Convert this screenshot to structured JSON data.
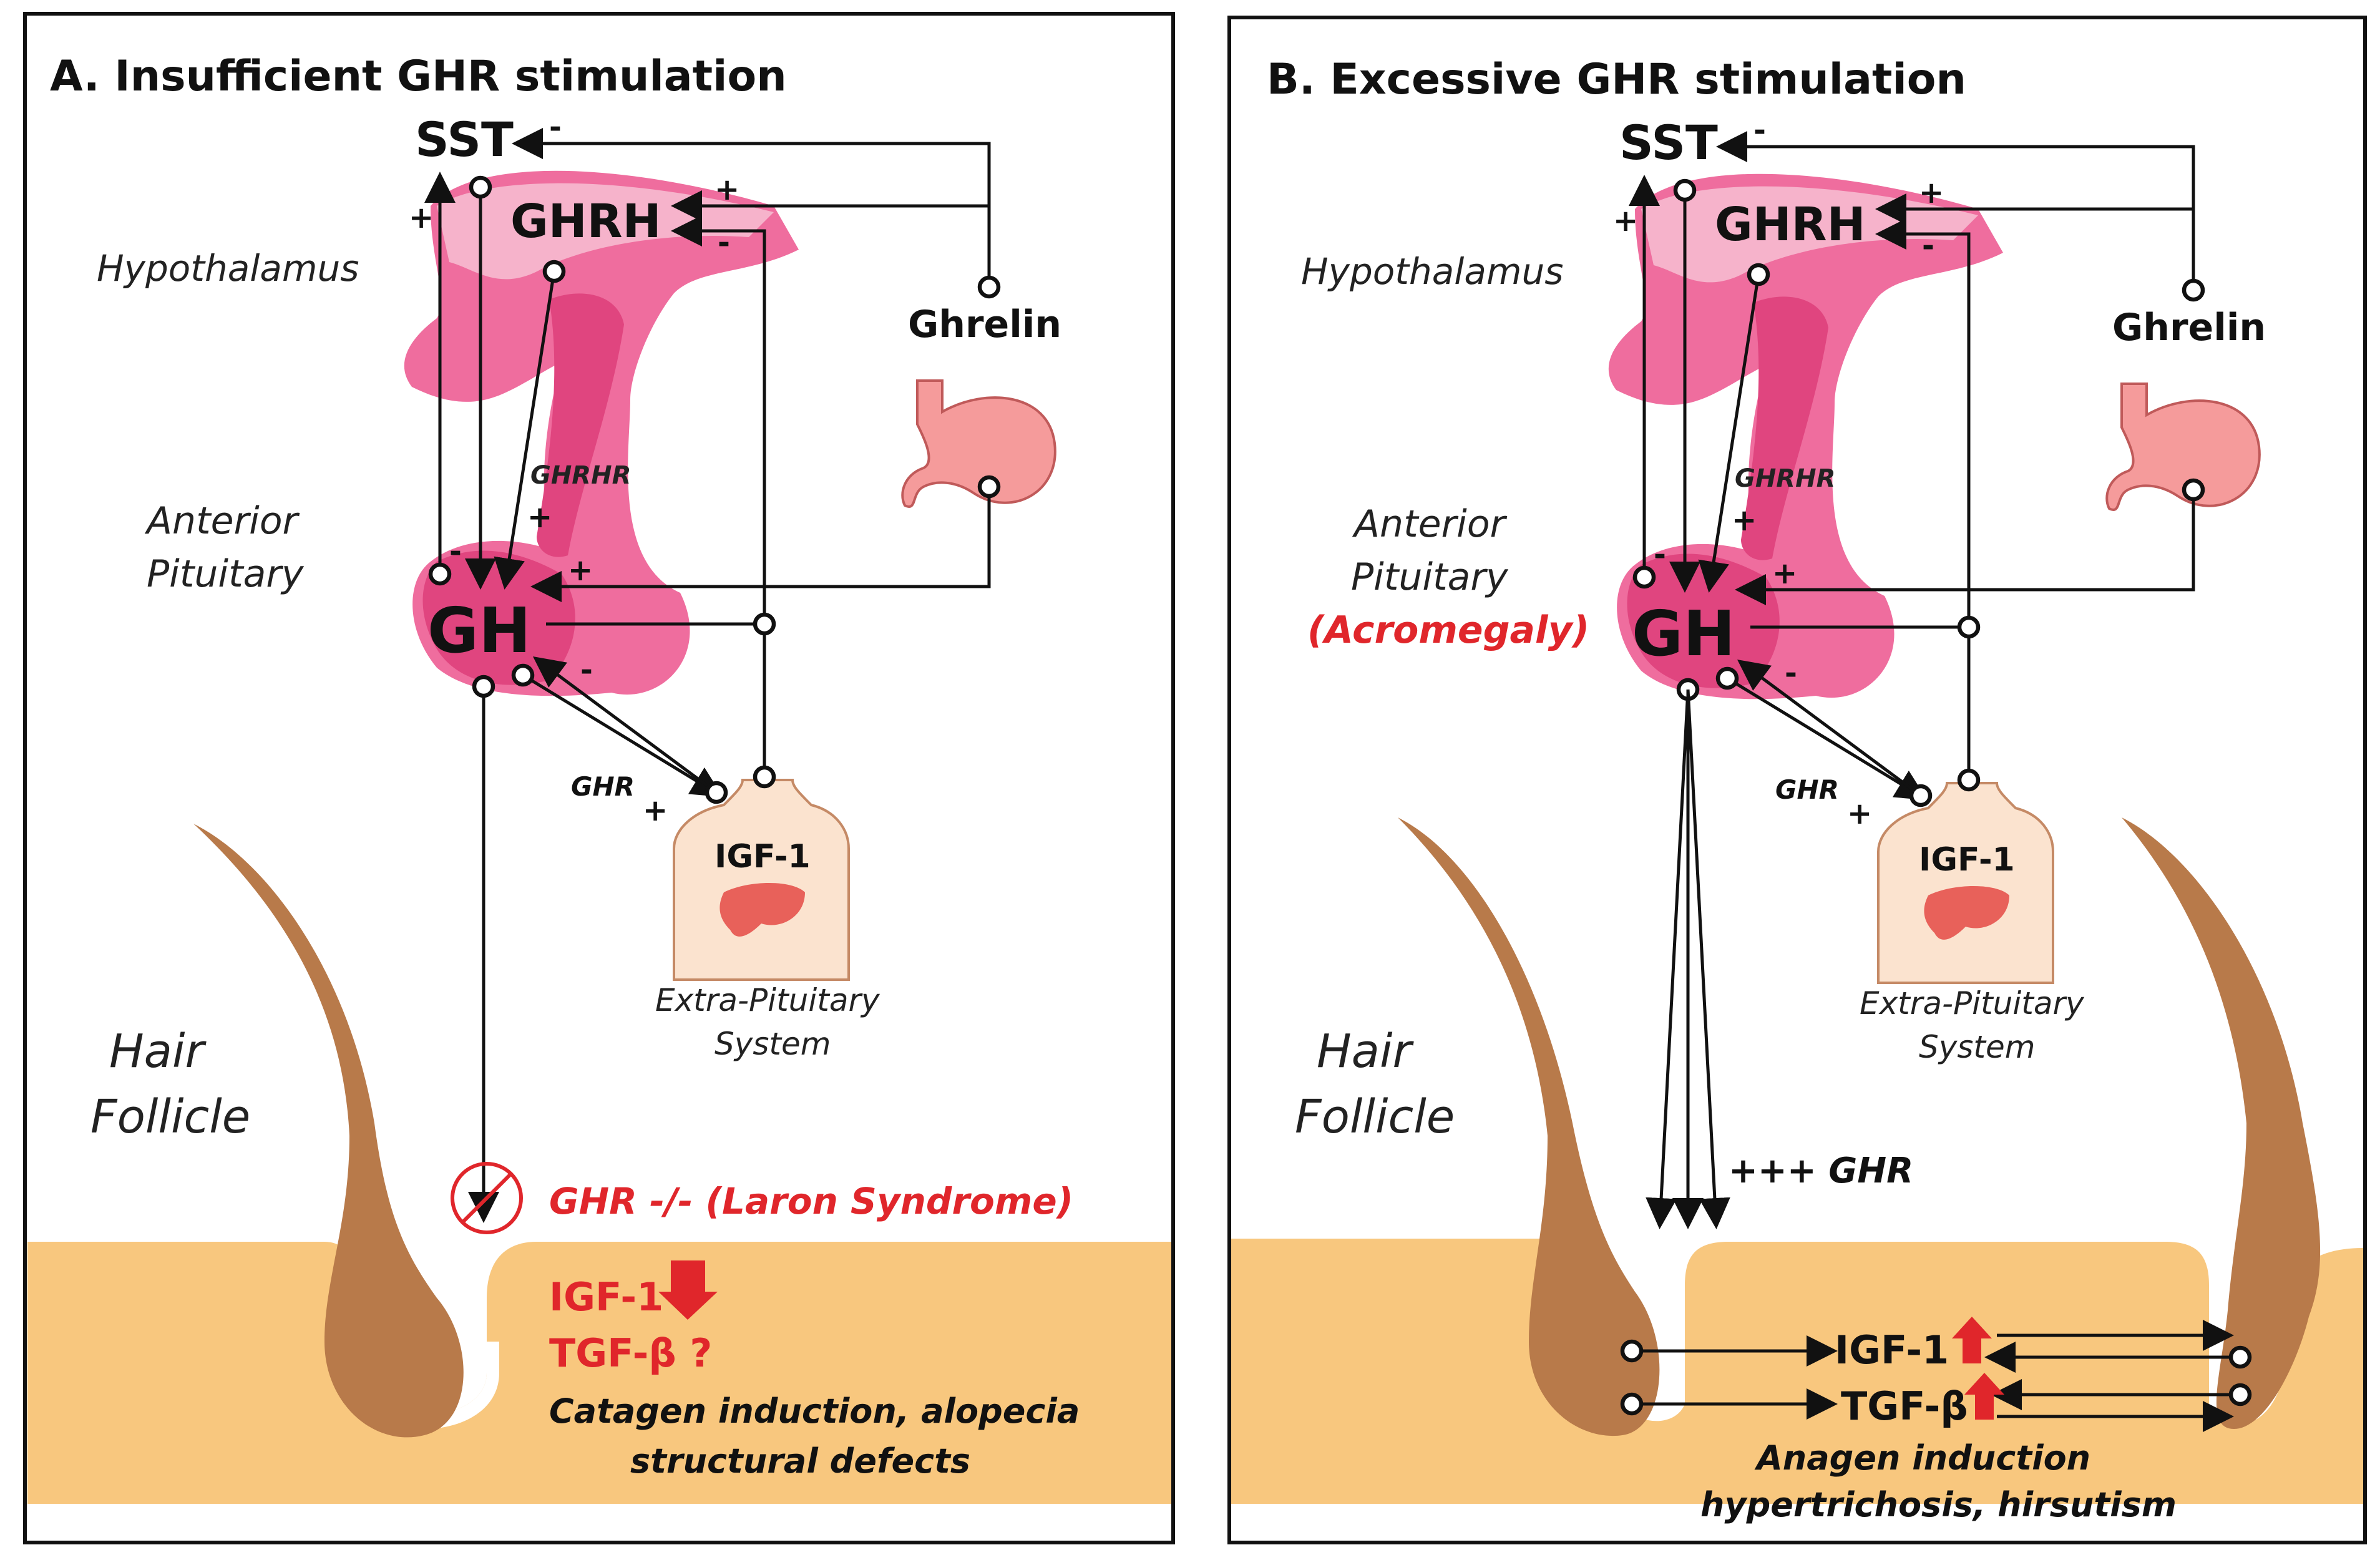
{
  "panel_a": {
    "title": "A. Insufficient GHR stimulation",
    "sst": "SST",
    "ghrh": "GHRH",
    "gh": "GH",
    "ghrelin": "Ghrelin",
    "hypothalamus": "Hypothalamus",
    "anterior": "Anterior",
    "pituitary": "Pituitary",
    "ghrhr": "GHRHR",
    "ghr": "GHR",
    "igf1": "IGF-1",
    "extra_1": "Extra-Pituitary",
    "extra_2": "System",
    "hair": "Hair",
    "follicle": "Follicle",
    "laron": "GHR -/- (Laron Syndrome)",
    "igf1_low": "IGF-1",
    "tgfb": "TGF-β ?",
    "effect_1": "Catagen induction, alopecia",
    "effect_2": "structural defects",
    "signs": {
      "sst_from_ghrelin": "-",
      "sst_gh_plus": "+",
      "ghrh_plus": "+",
      "ghrh_minus": "-",
      "ghrhr_plus": "+",
      "gh_sst_minus": "-",
      "gh_ghrelin_plus": "+",
      "gh_igf_minus": "-",
      "ghr_plus": "+"
    }
  },
  "panel_b": {
    "title": "B. Excessive GHR stimulation",
    "sst": "SST",
    "ghrh": "GHRH",
    "gh": "GH",
    "ghrelin": "Ghrelin",
    "hypothalamus": "Hypothalamus",
    "anterior": "Anterior",
    "pituitary": "Pituitary",
    "acromegaly": "(Acromegaly)",
    "ghrhr": "GHRHR",
    "ghr": "GHR",
    "igf1": "IGF-1",
    "extra_1": "Extra-Pituitary",
    "extra_2": "System",
    "hair": "Hair",
    "follicle": "Follicle",
    "ghr_excess": "+++ GHR",
    "igf1_high": "IGF-1",
    "tgfb_high": "TGF-β",
    "effect_1": "Anagen induction",
    "effect_2": "hypertrichosis, hirsutism",
    "signs": {
      "sst_from_ghrelin": "-",
      "sst_gh_plus": "+",
      "ghrh_plus": "+",
      "ghrh_minus": "-",
      "ghrhr_plus": "+",
      "gh_sst_minus": "-",
      "gh_ghrelin_plus": "+",
      "gh_igf_minus": "-",
      "ghr_plus": "+"
    }
  },
  "colors": {
    "pink_dark": "#e0457f",
    "pink_mid": "#ef6d9e",
    "pink_light": "#f6b3cb",
    "stomach": "#f59b9b",
    "skin": "#fbe3cf",
    "liver": "#e8615a",
    "hair": "#b87a4a",
    "tissue": "#f8c77e",
    "accent_red": "#e0262b"
  }
}
